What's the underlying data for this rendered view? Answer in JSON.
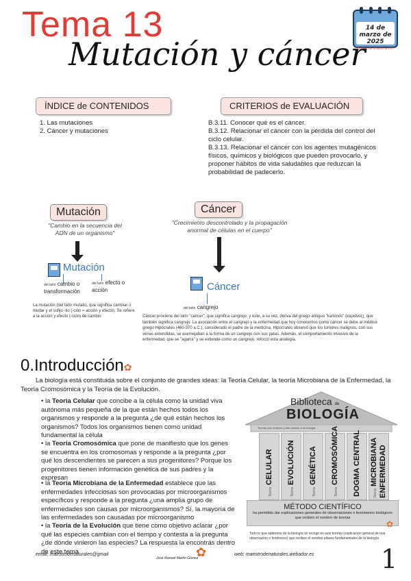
{
  "header": {
    "title": "Tema 13",
    "subtitle": "Mutación y cáncer",
    "calendar_date": "14 de marzo de 2025",
    "calendar_small": "Fecha de elaboración"
  },
  "index": {
    "title": "ÍNDICE de CONTENIDOS",
    "items": [
      "1. Las mutaciones",
      "2. Cáncer y mutaciones"
    ]
  },
  "criteria": {
    "title": "CRITERIOS de EVALUACIÓN",
    "items": [
      "B.3.11. Conocer qué es el cáncer.",
      "B.3.12. Relacionar el cáncer con la pérdida del control del ciclo celular.",
      "B.3.13. Relacionar el cáncer con los agentes mutagénicos físicos, químicos y biológicos que pueden provocarlo, y proponer hábitos de vida saludables que reduzcan la probabilidad de padecerlo."
    ]
  },
  "mutacion": {
    "tag": "Mutación",
    "definition": "\"Cambio en la secuencia del ADN de un organismo\"",
    "word": "Mutación",
    "from_latin_1": "del latín",
    "root_1": "cambio o transformación",
    "from_latin_2": "del latín",
    "root_2": "efecto o acción",
    "etymology": "La mutación (del latín mutatio, que significa cambiar o mudar y el sufijo -tio (-ción = acción y efecto). Se refiere a la acción y efecto (-ción) de cambio"
  },
  "cancer": {
    "tag": "Cáncer",
    "definition": "\"Crecimiento descontrolado y la propagación anormal de células en el cuerpo\"",
    "word": "Cáncer",
    "from_latin": "del latín",
    "root": "cangrejo",
    "etymology": "Cáncer proviene del latín \"cancer\", que significa cangrejo, y este, a su vez, deriva del griego antiguo \"karkinos\" (καρκίνος), que también significa cangrejo. La asociación entre el cangrejo y la enfermedad que hoy conocemos como cáncer se debe al médico griego Hipócrates (460-370 a.C.), considerado el padre de la medicina. Hipócrates observó que los tumores malignos, con sus venas extendidas, se asemejaban a la forma de un cangrejo con sus patas. Además, el comportamiento invasivo de la enfermedad, que se \"agarra\" y se extiende como un cangrejo, reforzó esta analogía."
  },
  "intro": {
    "heading": "0.Introducción",
    "lead": "La biología está constituida sobre el conjunto de grandes ideas: la Teoría Celular, la teoría Microbiana de la Enfermedad, la Teoría Cromosómica y la Teoría de la Evolución.",
    "b1_bold": "Teoría Celular",
    "b1_pre": "• la ",
    "b1_text": " que concibe a la célula como la unidad viva autónoma más pequeña de la que están hechos todos los organismos y responde a la pregunta ¿de qué están hechos los organismos? Todos los organismos tienen como unidad fundamental la célula",
    "b2_pre": "• la ",
    "b2_bold": "Teoría Cromosómica",
    "b2_text": " que pone de manifiesto que los genes se encuentra en los cromosomas y responde a la pregunta ¿por qué los descendientes se parecen a sus progenitores? Porque los progenitores tienen información genética de sus padres y la expresan",
    "b3_pre": "• la ",
    "b3_bold": "Teoría Microbiana de la Enfermedad",
    "b3_text": " establece que las enfermedades infecciosas son provocadas por microorganismos específicos y responde a la pregunta ¿una amplia grupo de enfermedades son causas por microorganismos? Sí, la mayoría de las enfermedades son causadas por microorganismo",
    "b4_pre": "• la ",
    "b4_bold": "Teoría de la Evolución",
    "b4_text": " que tiene como objetivo aclarar ¿por qué las especies cambian con el tiempo y contesta a la pregunta ¿de dónde vinieron las especies? La respuesta la encontrás dentro de este tema"
  },
  "library": {
    "title1": "Biblioteca",
    "title_de": "de",
    "title2": "BIOLOGÍA",
    "roof_note": "Teorías que ordenan y dan sentido a la biología",
    "pillars": [
      {
        "small": "Teoría",
        "name": "CELULAR"
      },
      {
        "small": "Teoría",
        "name": "EVOLUCIÓN"
      },
      {
        "small": "Teoría",
        "name": "GENÉTICA"
      },
      {
        "small": "Teoría",
        "name": "CROMOSÓMICA"
      },
      {
        "small": "",
        "name": "DOGMA CENTRAL"
      },
      {
        "small": "Teoría",
        "name": "MICROBIANA"
      }
    ],
    "pillar6_extra": "ENFERMEDAD",
    "base_title": "MÉTODO CIENTÍFICO",
    "base_text": "ha permitido dar explicaciones generales de observaciones o fenómenos biológicos que reciben el nombre de teorías",
    "caption": "Todo lo que sabemos de la biología se recoge en seis teorías (explicación general de una observación o fenómeno) que reciben el nombre pilares fundamentales de la biología"
  },
  "footer": {
    "email_label": "email:",
    "email": "maestrodenaturales@gmail",
    "author": "José Manuel Martín Gómez",
    "web_label": "web:",
    "web": "maestrodenaturales.webador.es",
    "page": "1"
  }
}
